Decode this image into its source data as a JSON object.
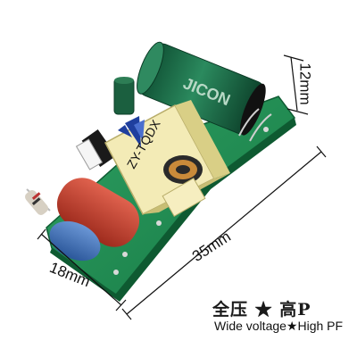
{
  "dimensions": {
    "height_label": "12mm",
    "length_label": "35mm",
    "width_label": "18mm"
  },
  "tagline": {
    "chinese": "全压 ★ 高P",
    "english": "Wide voltage★High PF"
  },
  "components": {
    "capacitor_brand": "JICON",
    "transformer_label": "ZY-TQDX"
  },
  "colors": {
    "pcb": "#1f8a52",
    "capacitor": "#1d6b4a",
    "transformer": "#f3ebb6",
    "film_cap": "#c0392b",
    "y_cap": "#3d6fb8"
  }
}
